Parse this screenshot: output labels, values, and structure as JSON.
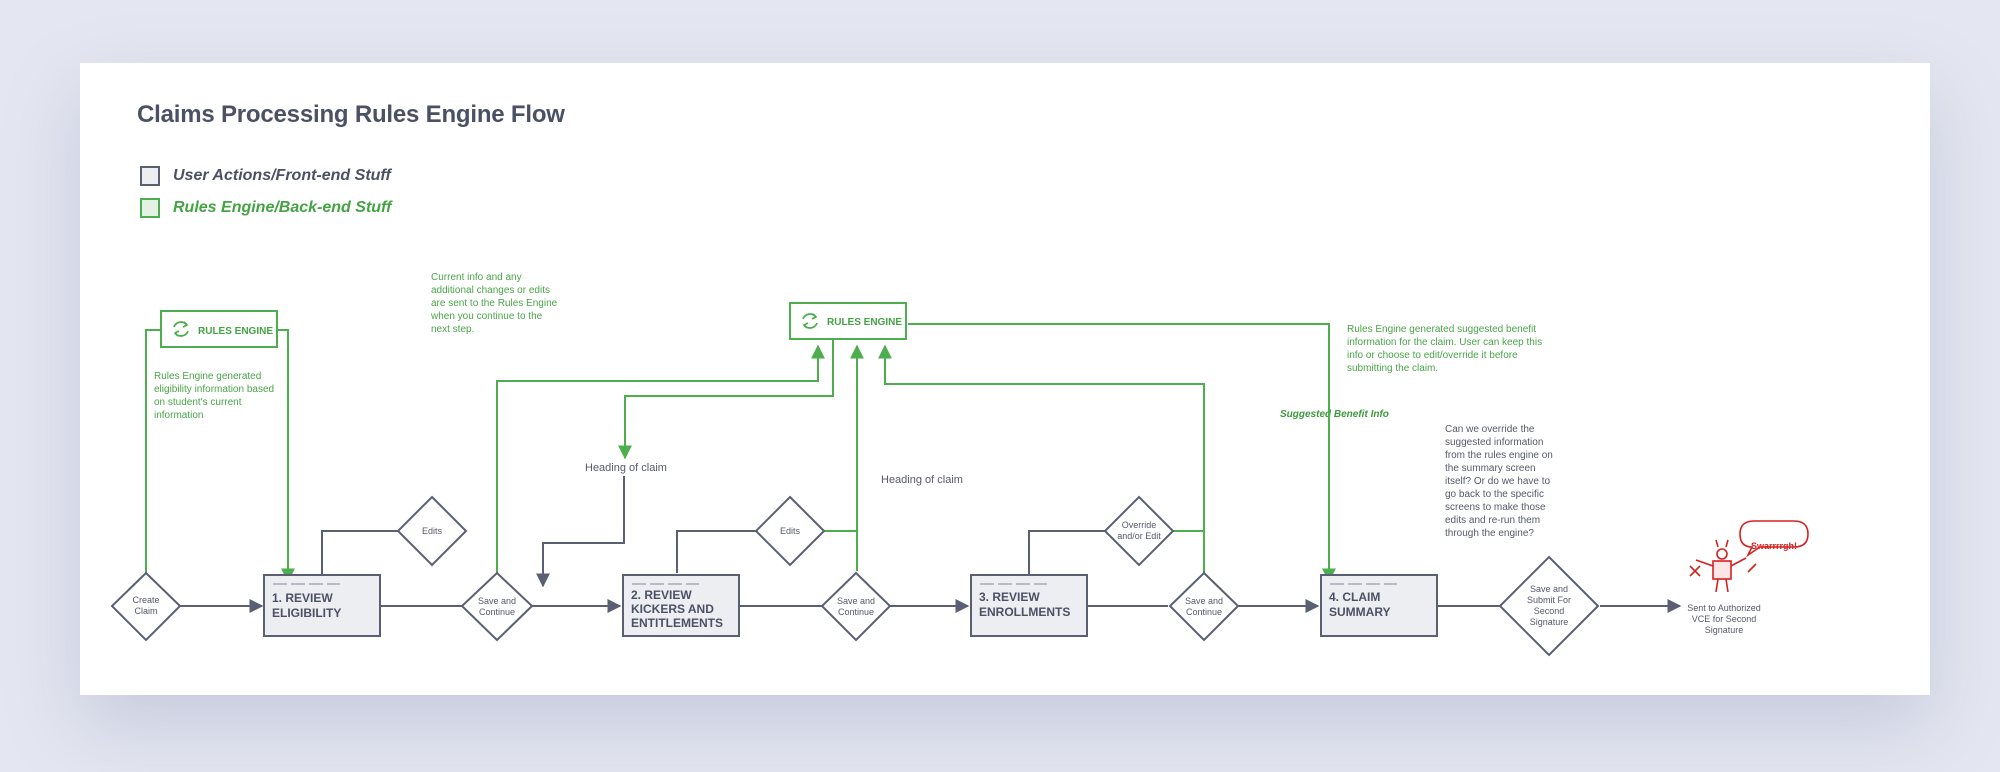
{
  "title": "Claims Processing Rules Engine Flow",
  "colors": {
    "front_end": "#5a5f73",
    "back_end": "#4cae4c",
    "box_fill": "#eceef2",
    "green_fill": "#e3f2e2",
    "accent_red": "#d62020"
  },
  "legend": [
    {
      "label": "User Actions/Front-end Stuff",
      "color": "#5a5f73",
      "fill": "#eceef2"
    },
    {
      "label": "Rules Engine/Back-end Stuff",
      "color": "#4cae4c",
      "fill": "#e3f2e2"
    }
  ],
  "nodes": {
    "create_claim": {
      "lines": [
        "Create",
        "Claim"
      ]
    },
    "review_eligibility": {
      "lines": [
        "1. REVIEW",
        "ELIGIBILITY"
      ]
    },
    "save_continue_1": {
      "lines": [
        "Save and",
        "Continue"
      ]
    },
    "review_kickers": {
      "lines": [
        "2. REVIEW",
        "KICKERS AND",
        "ENTITLEMENTS"
      ]
    },
    "save_continue_2": {
      "lines": [
        "Save and",
        "Continue"
      ]
    },
    "review_enrollments": {
      "lines": [
        "3. REVIEW",
        "ENROLLMENTS"
      ]
    },
    "save_continue_3": {
      "lines": [
        "Save and",
        "Continue"
      ]
    },
    "claim_summary": {
      "lines": [
        "4. CLAIM",
        "SUMMARY"
      ]
    },
    "save_submit": {
      "lines": [
        "Save and",
        "Submit For",
        "Second",
        "Signature"
      ]
    },
    "edits_1": {
      "lines": [
        "Edits"
      ]
    },
    "edits_2": {
      "lines": [
        "Edits"
      ]
    },
    "override_edit": {
      "lines": [
        "Override",
        "and/or Edit"
      ]
    },
    "rules_engine_1": {
      "label": "RULES ENGINE"
    },
    "rules_engine_2": {
      "label": "RULES ENGINE"
    },
    "sent_to_vce": {
      "lines": [
        "Sent to Authorized",
        "VCE for Second",
        "Signature"
      ]
    },
    "speech_bubble": {
      "label": "Swarrrrgh!"
    }
  },
  "notes": {
    "rules_engine_generated_1": "Rules Engine generated eligibility information based on student's current information",
    "current_info": "Current info and any additional changes or edits are sent to the Rules Engine when you continue to the next step.",
    "rules_engine_generated_2": "Rules Engine generated suggested benefit information for the claim. User can keep this info or choose to edit/override it before submitting the claim.",
    "override_question": "Can we override the suggested information from the rules engine on the summary screen itself? Or do we have to go back to the specific screens to make those edits and re-run them through the engine?"
  },
  "edge_labels": {
    "heading_1": "Heading of claim",
    "heading_2": "Heading of claim",
    "suggested_benefit": "Suggested Benefit Info"
  }
}
